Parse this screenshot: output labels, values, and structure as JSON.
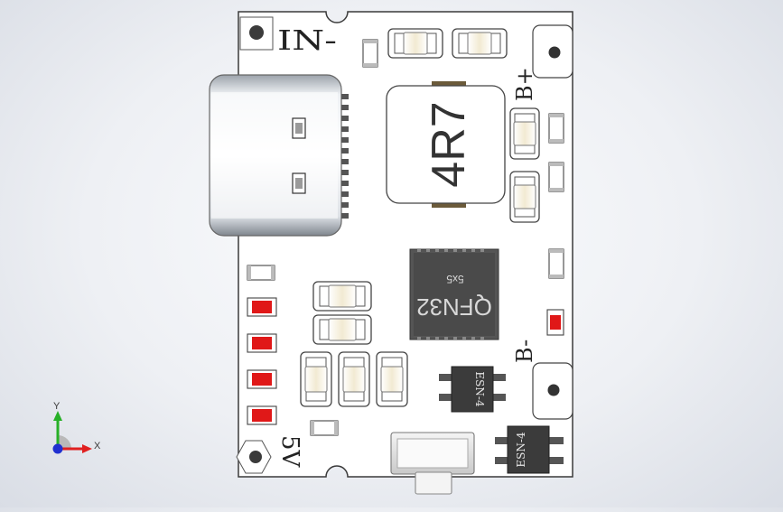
{
  "viewport": {
    "name": "3D model viewport",
    "background": "#eceff3"
  },
  "board": {
    "color": "#ffffff",
    "outline": "#3a3a3a",
    "labels": {
      "in_minus": "IN-",
      "b_plus": "B+",
      "b_minus": "B-",
      "five_v": "5V"
    }
  },
  "inductor": {
    "marking": "4R7"
  },
  "ic": {
    "marking": "QFN32",
    "size_marking": "5x5"
  },
  "esd_top": {
    "marking": "ESN-4"
  },
  "esd_bottom": {
    "marking": "ESN-4"
  },
  "leds": {
    "count": 4,
    "color": "#e01818"
  },
  "triad": {
    "x_label": "X",
    "y_label": "Y",
    "x_color": "#e02020",
    "y_color": "#27b027",
    "z_color": "#2030d0"
  }
}
